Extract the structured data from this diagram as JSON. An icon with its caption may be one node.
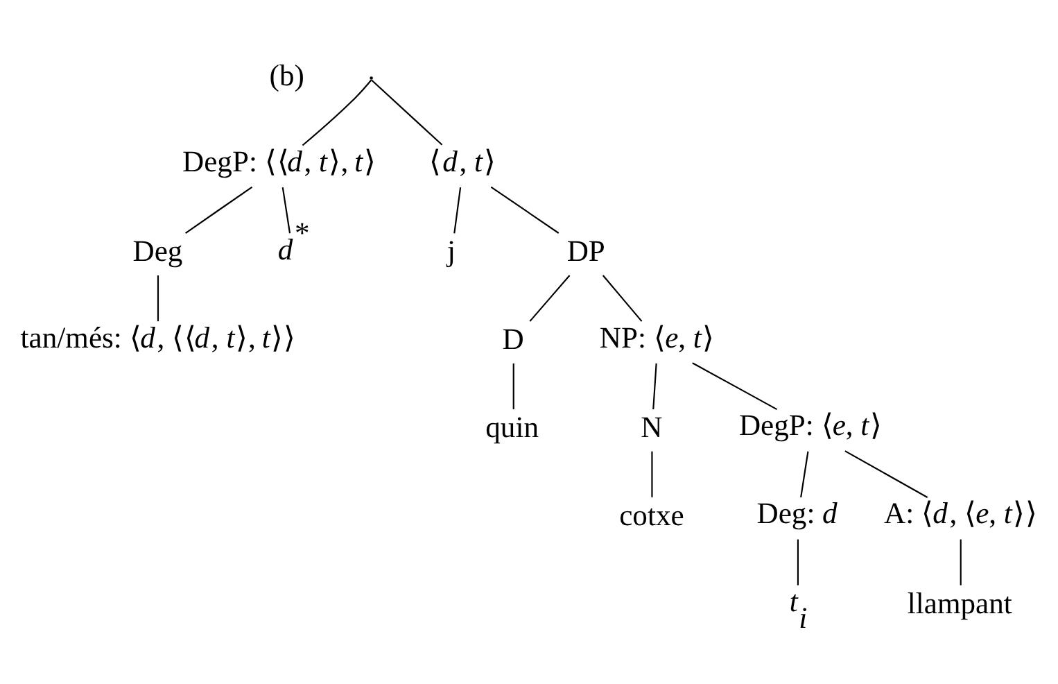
{
  "diagram": {
    "nodes": [
      {
        "text": [],
        "shape": "point"
      },
      {
        "text": [
          "DegP: ⟨⟨*d*, *t*⟩, *t*⟩"
        ]
      },
      {
        "text": [
          "⟨*d*, *t*⟩"
        ]
      },
      {
        "text": [
          "Deg"
        ]
      },
      {
        "text": [
          "*d*$^{*}$"
        ]
      },
      {
        "text": [
          "j"
        ]
      },
      {
        "text": [
          "DP"
        ]
      },
      {
        "text": [
          "tan/més: ⟨*d*, ⟨⟨*d*, *t*⟩, *t*⟩⟩"
        ]
      },
      {
        "text": [
          "D"
        ]
      },
      {
        "text": [
          "NP: ⟨*e*, *t*⟩"
        ]
      },
      {
        "text": [
          "quin"
        ]
      },
      {
        "text": [
          "N"
        ]
      },
      {
        "text": [
          "DegP: ⟨*e*, *t*⟩"
        ]
      },
      {
        "text": [
          "cotxe"
        ]
      },
      {
        "text": [
          "Deg: *d*"
        ]
      },
      {
        "text": [
          "A: ⟨*d*, ⟨*e*, *t*⟩⟩"
        ]
      },
      {
        "text": [
          "*t*$_{i}$"
        ]
      },
      {
        "text": [
          "llampant"
        ]
      }
    ],
    "edges": [
      {
        "from": 0,
        "to": 1,
        "arrow": "none"
      },
      {
        "from": 0,
        "to": 2,
        "arrow": "none"
      },
      {
        "from": 1,
        "to": 3,
        "arrow": "none"
      },
      {
        "from": 1,
        "to": 4,
        "arrow": "none"
      },
      {
        "from": 2,
        "to": 5,
        "arrow": "none"
      },
      {
        "from": 2,
        "to": 6,
        "arrow": "none"
      },
      {
        "from": 3,
        "to": 7,
        "arrow": "none"
      },
      {
        "from": 6,
        "to": 8,
        "arrow": "none"
      },
      {
        "from": 6,
        "to": 9,
        "arrow": "none"
      },
      {
        "from": 8,
        "to": 10,
        "arrow": "none"
      },
      {
        "from": 9,
        "to": 11,
        "arrow": "none"
      },
      {
        "from": 9,
        "to": 12,
        "arrow": "none"
      },
      {
        "from": 11,
        "to": 13,
        "arrow": "none"
      },
      {
        "from": 12,
        "to": 14,
        "arrow": "none"
      },
      {
        "from": 12,
        "to": 15,
        "arrow": "none"
      },
      {
        "from": 14,
        "to": 16,
        "arrow": "none"
      },
      {
        "from": 15,
        "to": 17,
        "arrow": "none"
      }
    ],
    "labels": [
      "(b)"
    ]
  }
}
